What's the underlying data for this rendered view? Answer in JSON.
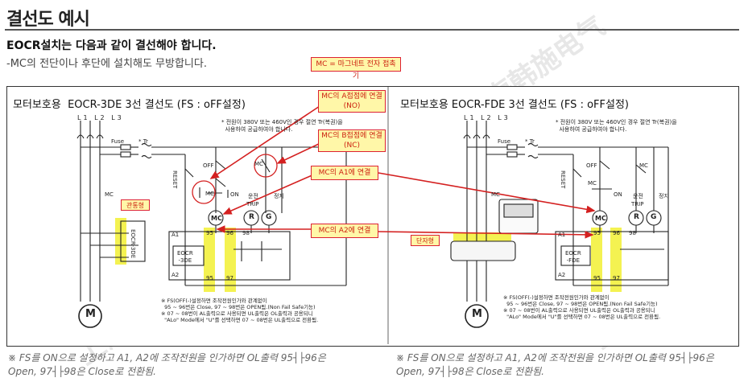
{
  "header": {
    "title": "결선도 예시",
    "subtitle": "EOCR설치는 다음과 같이 결선해야 합니다.",
    "note": "-MC의 전단이나 후단에 설치해도 무방합니다."
  },
  "callouts": {
    "top": "MC = 마그네트 전자 접촉기",
    "no": "MC의 A접점에 연결\n(NO)",
    "nc": "MC의 B접점에 연결\n(NC)",
    "a1": "MC의 A1에 연결",
    "a2": "MC의 A2에 연결"
  },
  "left_panel": {
    "title": "모터보호용  EOCR-3DE 3선 결선도 (FS : oFF설정)",
    "lines": [
      "L1",
      "L2",
      "L3"
    ],
    "power_note": "* 전원이 380V 또는 460V인 경우 절연 Tr(복권)을\n  사용하여 공급하여야 합니다.",
    "fuse": "Fuse",
    "transformer": "* Tr",
    "reset": "RESET",
    "off": "OFF",
    "on": "ON",
    "mc": "MC",
    "run": "운전",
    "stop": "정지",
    "trip": "TRIP",
    "coil_r": "R",
    "coil_g": "G",
    "ct_tag": "관통형",
    "unit_label": "EOCR-3DE",
    "device_label": "EOCR\n-3DE",
    "terminals": [
      "A1",
      "A2",
      "95",
      "96",
      "98",
      "95",
      "97"
    ],
    "motor": "M",
    "fs_note": "※ FS(OFF(-)설정하면 조작전원인가와 관계없이\n  95 ~ 96번은 Close, 97 ~ 98번은 OPEN됨.(Non Fail Safe기능)\n※ 07 ~ 08번이 AL출력으로 사용되면 UL출력은 OL출력과 공용되니\n  \"ALo\" Mode에서 \"U\"를 선택하면 07 ~ 08번은 UL출력으로 전환됨.",
    "footnote": "※ FS를 ON으로 설정하고 A1, A2에 조작전원을 인가하면 OL출력 95┤├96은\nOpen, 97┤├98은 Close로 전환됨."
  },
  "right_panel": {
    "title": "모터보호용 EOCR-FDE 3선 결선도 (FS : oFF설정)",
    "lines": [
      "L1",
      "L2",
      "L3"
    ],
    "power_note": "* 전원이 380V 또는 460V인 경우 절연 Tr(복권)을\n  사용하여 공급하여야 합니다.",
    "fuse": "Fuse",
    "transformer": "* Tr",
    "reset": "RESET",
    "off": "OFF",
    "on": "ON",
    "mc": "MC",
    "run": "운전",
    "stop": "정지",
    "trip": "TRIP",
    "coil_r": "R",
    "coil_g": "G",
    "ct_tag": "단자형",
    "device_label": "EOCR\n-FDE",
    "terminals": [
      "A1",
      "A2",
      "95",
      "96",
      "98",
      "95",
      "97"
    ],
    "motor": "M",
    "fs_note": "※ FS(OFF(-)설정하면 조작전원인가와 관계없이\n  95 ~ 96번은 Close, 97 ~ 98번은 OPEN됨.(Non Fail Safe기능)\n※ 07 ~ 08번이 AL출력으로 사용되면 UL출력은 OL출력과 공용되니\n  \"ALo\" Mode에서 \"U\"를 선택하면 07 ~ 08번은 UL출력으로 전환됨.",
    "footnote": "※ FS를 ON으로 설정하고 A1, A2에 조작전원을 인가하면 OL출력 95┤├96은\nOpen, 97┤├98은 Close로 전환됨."
  },
  "watermark": "上海韩施电气",
  "colors": {
    "callout_border": "#dd2222",
    "callout_fill": "#fff7a8",
    "highlight": "#f2f032",
    "arrow": "#d42020"
  }
}
